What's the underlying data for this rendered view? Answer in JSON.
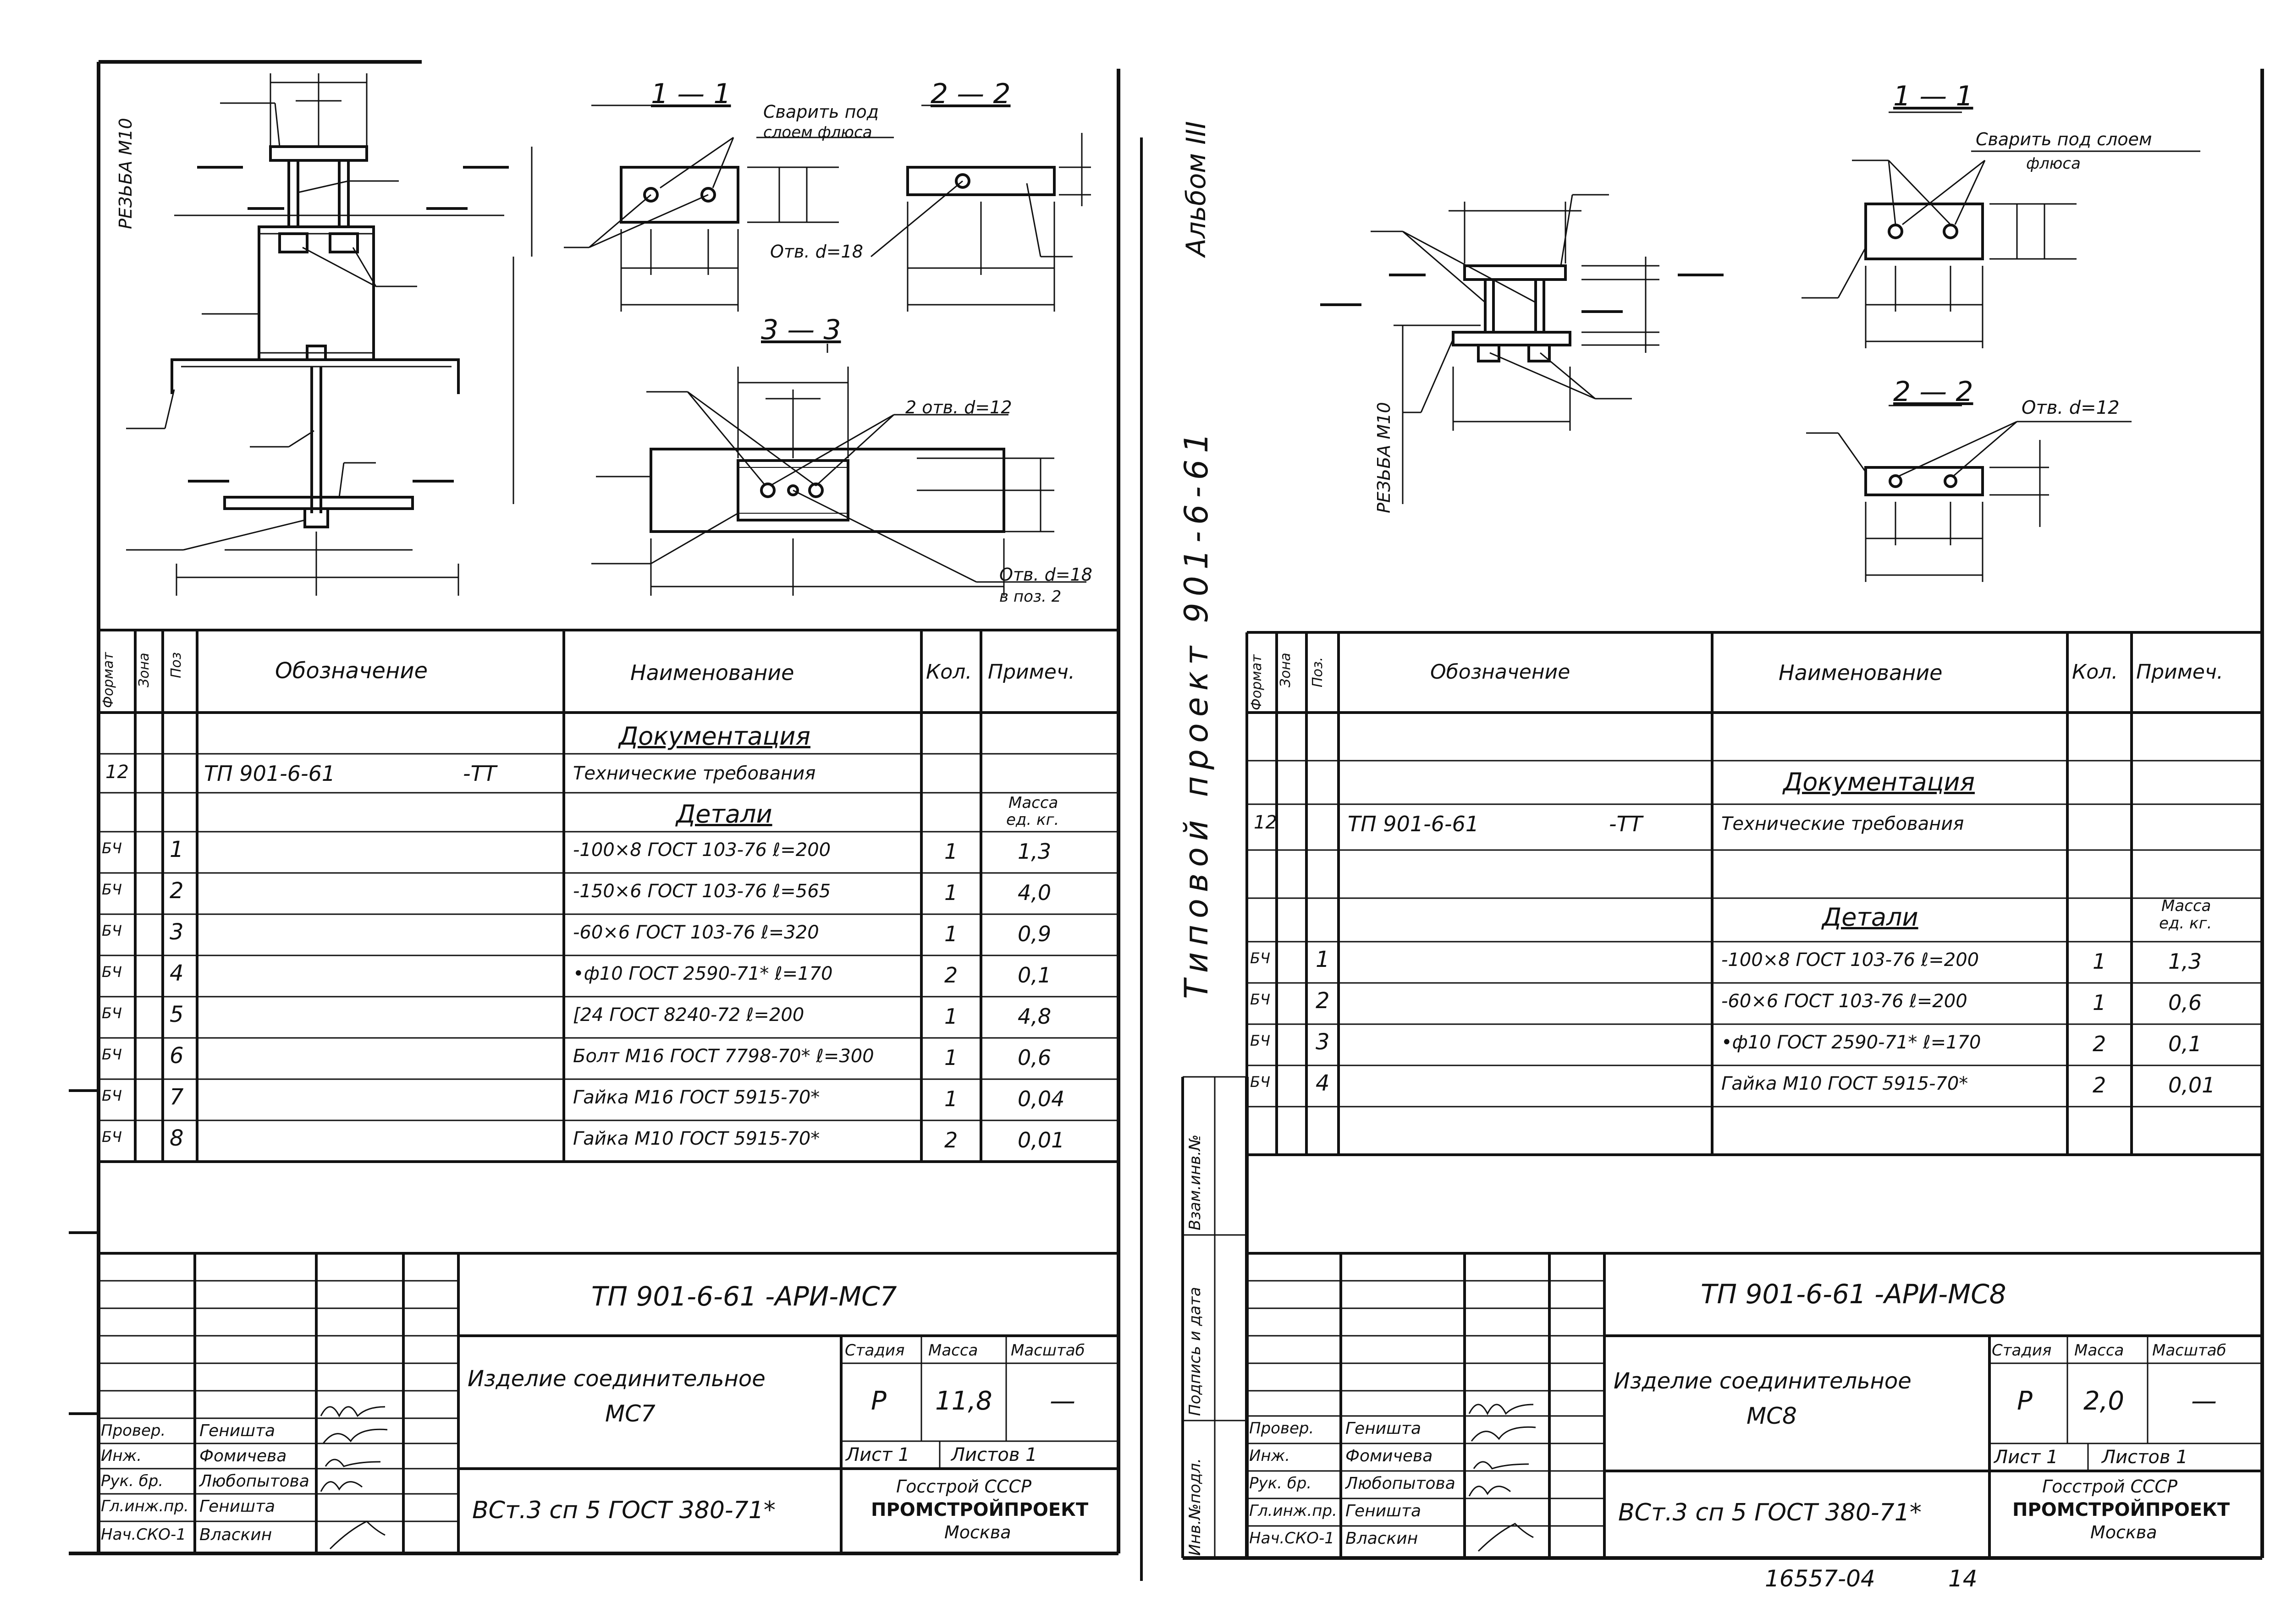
{
  "album": "Альбом III",
  "project": "Типовой проект 901-6-61",
  "side_stamp": {
    "inv_zam": "Взам.инв.№",
    "sign_date": "Подпись и дата",
    "inv_podl": "Инв.№подл."
  },
  "bottom_number": "16557-04",
  "page_num": "14",
  "spec_headers": {
    "format": "Формат",
    "zone": "Зона",
    "pos_left": "Поз",
    "pos_right": "Поз.",
    "designation": "Обозначение",
    "name": "Наименование",
    "qty": "Кол.",
    "note": "Примеч."
  },
  "sheets": [
    {
      "id": "MC7",
      "drawing": {
        "labels": {
          "thread": "РЕЗЬБА М10",
          "weld_note_1": "Сварить под",
          "weld_note_2": "слоем флюса",
          "hole_d18": "Отв. d=18",
          "hole_2d12": "2 отв. d=12",
          "hole_d18_pos2_1": "Отв. d=18",
          "hole_d18_pos2_2": "в поз. 2",
          "sec11": "1 — 1",
          "sec22": "2 — 2",
          "sec33": "3 — 3"
        }
      },
      "spec": {
        "doc_title": "Документация",
        "doc_row": {
          "format": "12",
          "designation": "ТП 901-6-61",
          "suffix": "-ТТ",
          "name": "Технические требования"
        },
        "details_title": "Детали",
        "mass_note_1": "Масса",
        "mass_note_2": "ед. кг.",
        "rows": [
          {
            "format": "БЧ",
            "pos": "1",
            "name": "-100×8 ГОСТ 103-76   ℓ=200",
            "qty": "1",
            "note": "1,3"
          },
          {
            "format": "БЧ",
            "pos": "2",
            "name": "-150×6 ГОСТ 103-76   ℓ=565",
            "qty": "1",
            "note": "4,0"
          },
          {
            "format": "БЧ",
            "pos": "3",
            "name": "-60×6 ГОСТ 103-76   ℓ=320",
            "qty": "1",
            "note": "0,9"
          },
          {
            "format": "БЧ",
            "pos": "4",
            "name": "•ф10 ГОСТ 2590-71* ℓ=170",
            "qty": "2",
            "note": "0,1"
          },
          {
            "format": "БЧ",
            "pos": "5",
            "name": "[24 ГОСТ 8240-72   ℓ=200",
            "qty": "1",
            "note": "4,8"
          },
          {
            "format": "БЧ",
            "pos": "6",
            "name": "Болт М16 ГОСТ 7798-70* ℓ=300",
            "qty": "1",
            "note": "0,6"
          },
          {
            "format": "БЧ",
            "pos": "7",
            "name": "Гайка М16 ГОСТ 5915-70*",
            "qty": "1",
            "note": "0,04"
          },
          {
            "format": "БЧ",
            "pos": "8",
            "name": "Гайка М10 ГОСТ 5915-70*",
            "qty": "2",
            "note": "0,01"
          }
        ]
      },
      "title_block": {
        "code": "ТП 901-6-61      -АРИ-МС7",
        "item_name_1": "Изделие соединительное",
        "item_name_2": "МС7",
        "stage_label": "Стадия",
        "mass_label": "Масса",
        "scale_label": "Масштаб",
        "stage": "Р",
        "mass": "11,8",
        "scale": "—",
        "sheet": "Лист 1",
        "sheets_total": "Листов 1",
        "material": "ВСт.3 сп 5 ГОСТ 380-71*",
        "org_1": "Госстрой СССР",
        "org_2": "ПРОМСТРОЙПРОЕКТ",
        "org_3": "Москва",
        "people": [
          {
            "role": "Провер.",
            "name": "Геништа"
          },
          {
            "role": "Инж.",
            "name": "Фомичева"
          },
          {
            "role": "Рук. бр.",
            "name": "Любопытова"
          },
          {
            "role": "Гл.инж.пр.",
            "name": "Геништа"
          },
          {
            "role": "Нач.СКО-1",
            "name": "Власкин"
          }
        ]
      }
    },
    {
      "id": "MC8",
      "drawing": {
        "labels": {
          "thread": "РЕЗЬБА М10",
          "weld_note_1": "Сварить под слоем",
          "weld_note_2": "флюса",
          "hole_2d12": "Отв. d=12",
          "sec11": "1 — 1",
          "sec22": "2 — 2"
        }
      },
      "spec": {
        "doc_title": "Документация",
        "doc_row": {
          "format": "12",
          "designation": "ТП 901-6-61",
          "suffix": "-ТТ",
          "name": "Технические требования"
        },
        "details_title": "Детали",
        "mass_note_1": "Масса",
        "mass_note_2": "ед. кг.",
        "rows": [
          {
            "format": "БЧ",
            "pos": "1",
            "name": "-100×8 ГОСТ 103-76   ℓ=200",
            "qty": "1",
            "note": "1,3"
          },
          {
            "format": "БЧ",
            "pos": "2",
            "name": "-60×6 ГОСТ 103-76   ℓ=200",
            "qty": "1",
            "note": "0,6"
          },
          {
            "format": "БЧ",
            "pos": "3",
            "name": "•ф10  ГОСТ 2590-71* ℓ=170",
            "qty": "2",
            "note": "0,1"
          },
          {
            "format": "БЧ",
            "pos": "4",
            "name": "Гайка М10 ГОСТ 5915-70*",
            "qty": "2",
            "note": "0,01"
          }
        ]
      },
      "title_block": {
        "code": "ТП 901-6-61      -АРИ-МС8",
        "item_name_1": "Изделие соединительное",
        "item_name_2": "МС8",
        "stage_label": "Стадия",
        "mass_label": "Масса",
        "scale_label": "Масштаб",
        "stage": "Р",
        "mass": "2,0",
        "scale": "—",
        "sheet": "Лист 1",
        "sheets_total": "Листов 1",
        "material": "ВСт.3 сп 5 ГОСТ 380-71*",
        "org_1": "Госстрой СССР",
        "org_2": "ПРОМСТРОЙПРОЕКТ",
        "org_3": "Москва",
        "people": [
          {
            "role": "Провер.",
            "name": "Геништа"
          },
          {
            "role": "Инж.",
            "name": "Фомичева"
          },
          {
            "role": "Рук. бр.",
            "name": "Любопытова"
          },
          {
            "role": "Гл.инж.пр.",
            "name": "Геништа"
          },
          {
            "role": "Нач.СКО-1",
            "name": "Власкин"
          }
        ]
      }
    }
  ]
}
